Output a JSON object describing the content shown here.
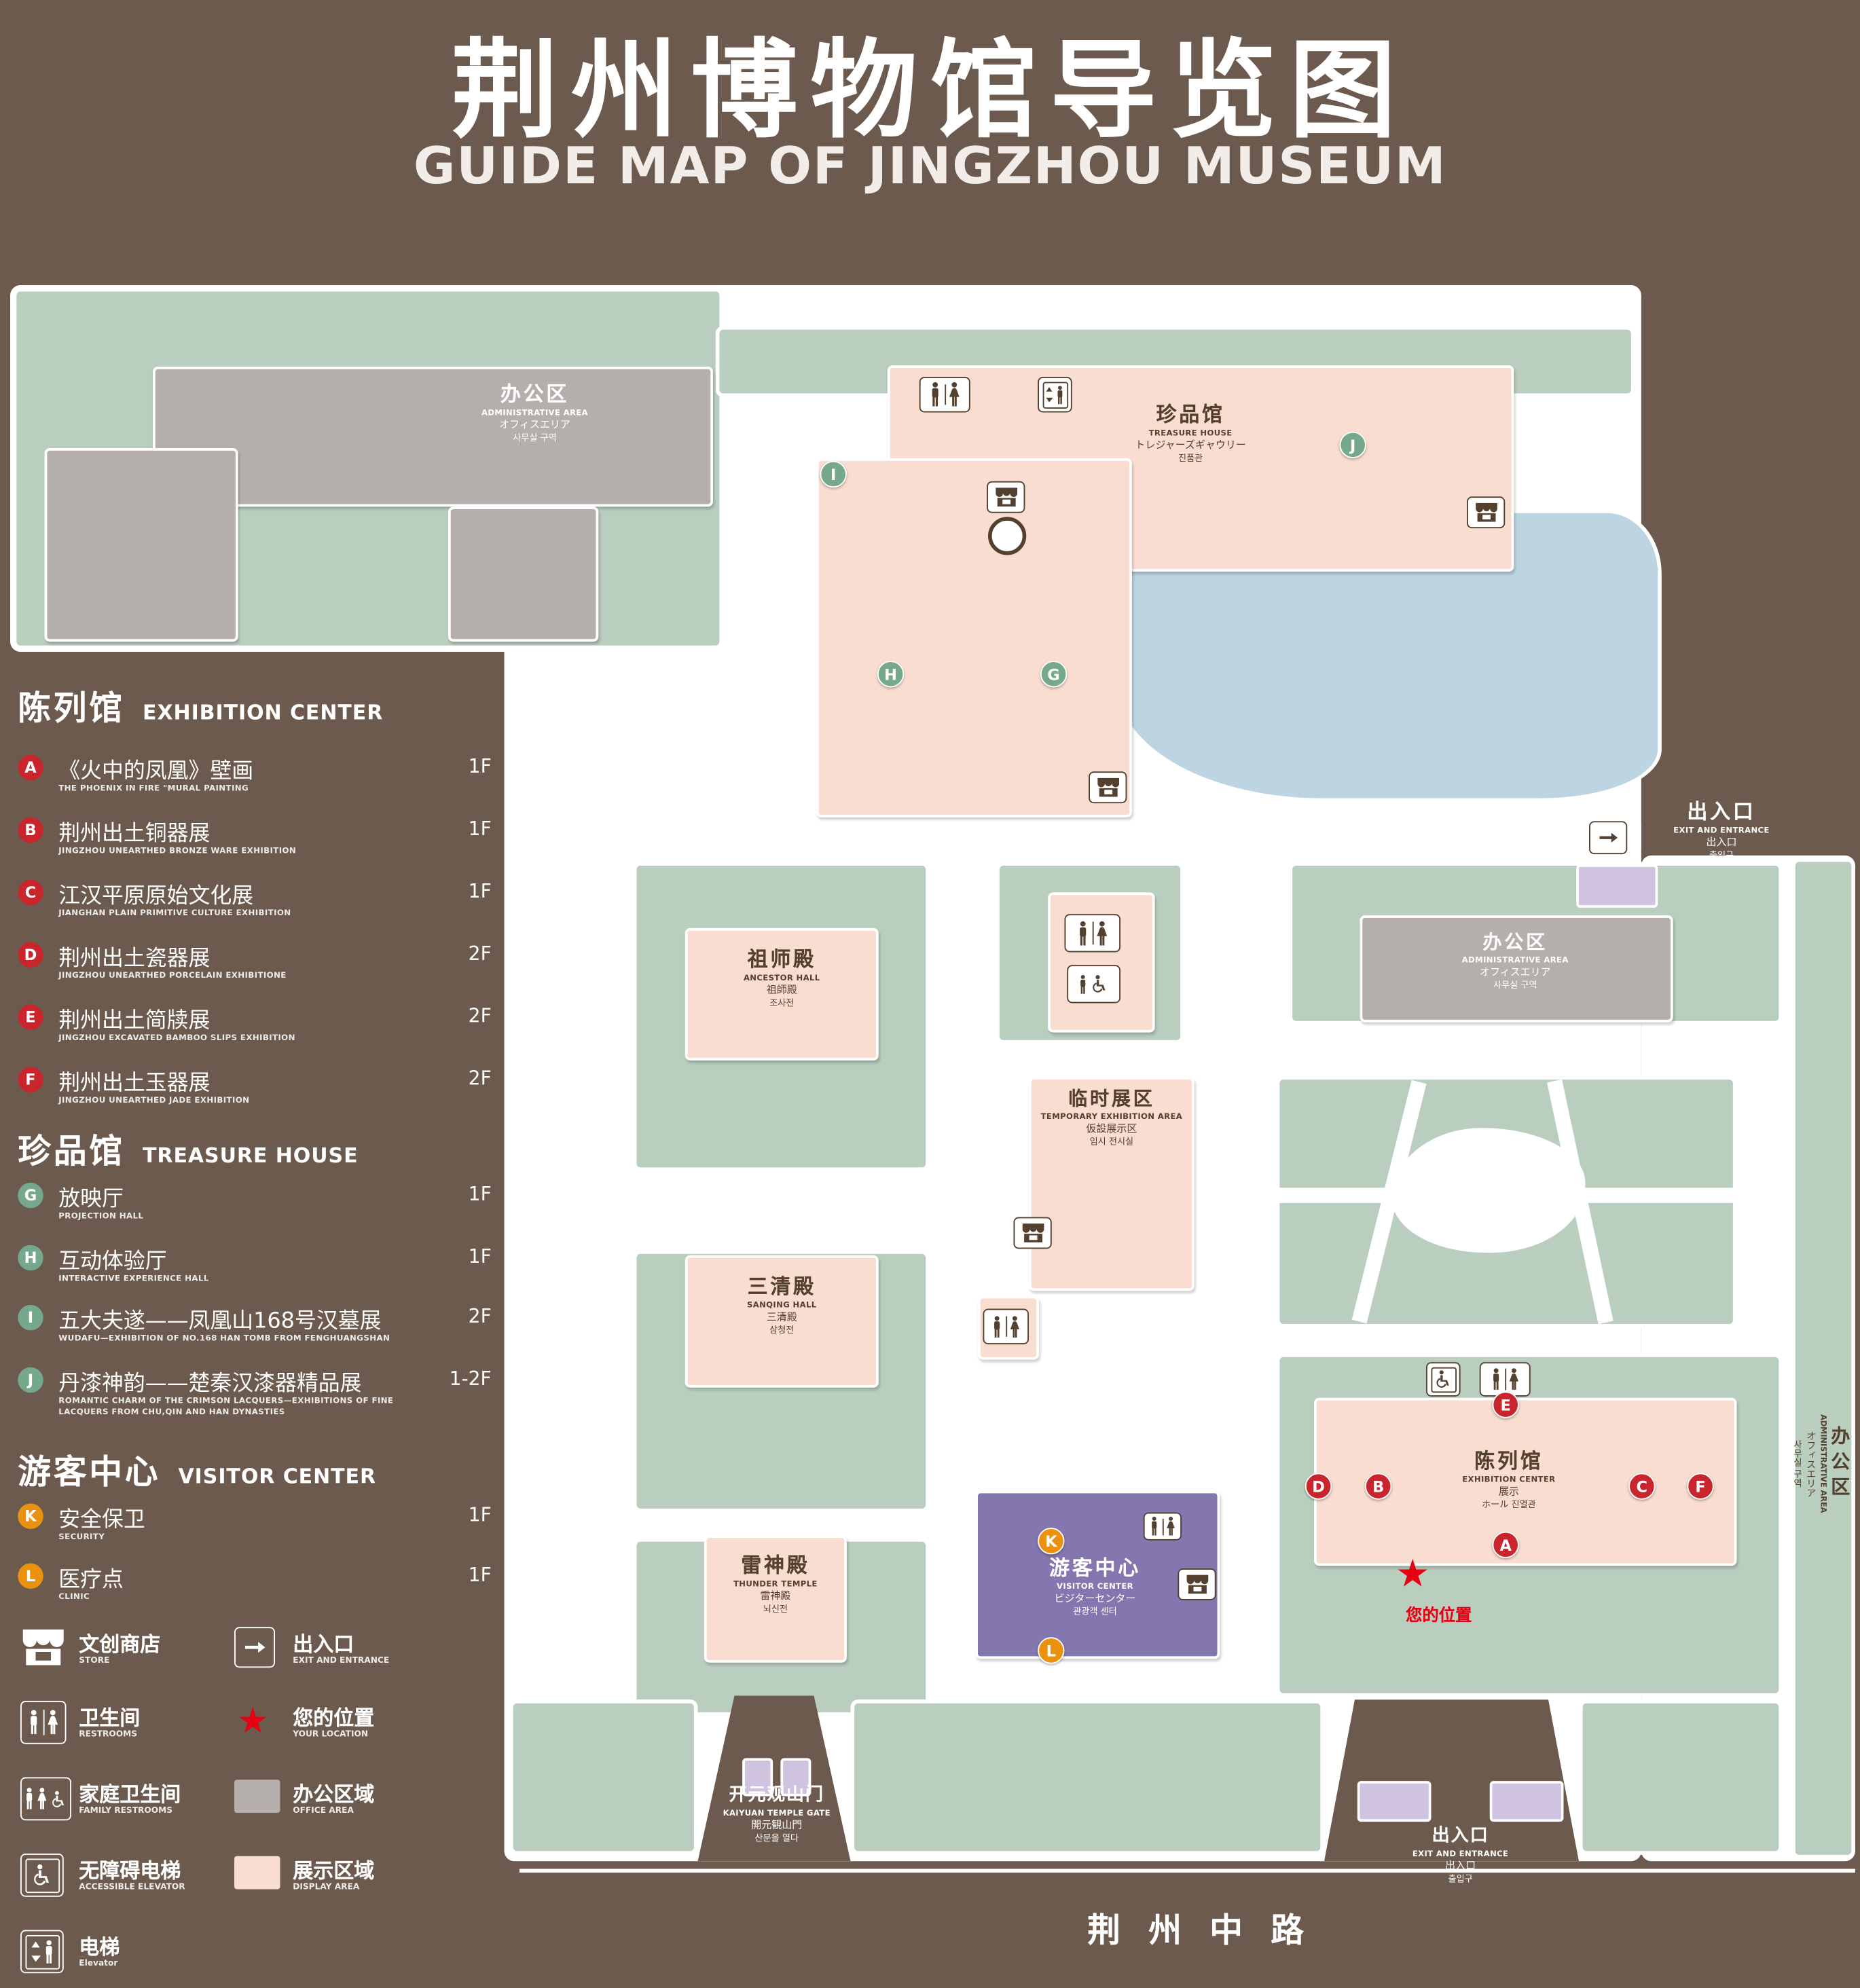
{
  "header": {
    "title": "荆州博物馆导览图",
    "subtitle": "GUIDE MAP OF JINGZHOU MUSEUM"
  },
  "colors": {
    "background": "#6b5a4d",
    "display_area": "#f9ddd0",
    "office_area": "#b4afac",
    "green_area": "#b9cebf",
    "water": "#bdd5e2",
    "visitor_center_purple": "#8476ae",
    "entrance_pad": "#cfc3e0",
    "marker_red": "#c9252d",
    "marker_green": "#76a88d",
    "marker_orange": "#ea920f",
    "icon_brown": "#53402f",
    "location_red": "#e60012"
  },
  "legend": {
    "sections": [
      {
        "zh": "陈列馆",
        "en": "EXHIBITION CENTER",
        "items": [
          {
            "badge": "A",
            "zh": "《火中的凤凰》壁画",
            "en": "THE PHOENIX IN FIRE \"MURAL PAINTING",
            "floor": "1F"
          },
          {
            "badge": "B",
            "zh": "荆州出土铜器展",
            "en": "JINGZHOU UNEARTHED BRONZE WARE EXHIBITION",
            "floor": "1F"
          },
          {
            "badge": "C",
            "zh": "江汉平原原始文化展",
            "en": "JIANGHAN PLAIN PRIMITIVE CULTURE EXHIBITION",
            "floor": "1F"
          },
          {
            "badge": "D",
            "zh": "荆州出土瓷器展",
            "en": "JINGZHOU UNEARTHED PORCELAIN EXHIBITIONE",
            "floor": "2F"
          },
          {
            "badge": "E",
            "zh": "荆州出土简牍展",
            "en": "JINGZHOU EXCAVATED BAMBOO SLIPS EXHIBITION",
            "floor": "2F"
          },
          {
            "badge": "F",
            "zh": "荆州出土玉器展",
            "en": "JINGZHOU UNEARTHED JADE EXHIBITION",
            "floor": "2F"
          }
        ]
      },
      {
        "zh": "珍品馆",
        "en": "TREASURE HOUSE",
        "items": [
          {
            "badge": "G",
            "zh": "放映厅",
            "en": "PROJECTION HALL",
            "floor": "1F"
          },
          {
            "badge": "H",
            "zh": "互动体验厅",
            "en": "INTERACTIVE EXPERIENCE HALL",
            "floor": "1F"
          },
          {
            "badge": "I",
            "zh": "五大夫遂——凤凰山168号汉墓展",
            "en": "WUDAFU—EXHIBITION OF NO.168 HAN TOMB FROM FENGHUANGSHAN",
            "floor": "2F"
          },
          {
            "badge": "J",
            "zh": "丹漆神韵——楚秦汉漆器精品展",
            "en": "ROMANTIC CHARM OF THE CRIMSON LACQUERS—EXHIBITIONS OF FINE LACQUERS FROM CHU,QIN AND HAN DYNASTIES",
            "floor": "1-2F"
          }
        ]
      },
      {
        "zh": "游客中心",
        "en": "VISITOR CENTER",
        "items": [
          {
            "badge": "K",
            "zh": "安全保卫",
            "en": "SECURITY",
            "floor": "1F"
          },
          {
            "badge": "L",
            "zh": "医疗点",
            "en": "CLINIC",
            "floor": "1F"
          }
        ]
      }
    ],
    "symbols": [
      {
        "zh": "文创商店",
        "en": "STORE"
      },
      {
        "zh": "出入口",
        "en": "EXIT AND ENTRANCE"
      },
      {
        "zh": "卫生间",
        "en": "RESTROOMS"
      },
      {
        "zh": "您的位置",
        "en": "YOUR LOCATION"
      },
      {
        "zh": "家庭卫生间",
        "en": "FAMILY RESTROOMS"
      },
      {
        "zh": "办公区域",
        "en": "OFFICE AREA"
      },
      {
        "zh": "无障碍电梯",
        "en": "ACCESSIBLE ELEVATOR"
      },
      {
        "zh": "展示区域",
        "en": "DISPLAY AREA"
      },
      {
        "zh": "电梯",
        "en": "Elevator"
      }
    ]
  },
  "map": {
    "labels": {
      "admin_top": {
        "l1": "办公区",
        "l2": "ADMINISTRATIVE AREA",
        "l3": "オフィスエリア",
        "l4": "사무실 구역"
      },
      "treasure": {
        "l1": "珍品馆",
        "l2": "TREASURE HOUSE",
        "l3": "トレジャーズギャウリー",
        "l4": "진품관"
      },
      "exit_right": {
        "l1": "出入口",
        "l2": "EXIT AND ENTRANCE",
        "l3": "出入口",
        "l4": "출입구"
      },
      "admin_mid": {
        "l1": "办公区",
        "l2": "ADMINISTRATIVE AREA",
        "l3": "オフィスエリア",
        "l4": "사무실 구역"
      },
      "admin_side": {
        "l1": "办公区",
        "l2": "ADMINISTRATIVE AREA",
        "l3": "オフィスエリア",
        "l4": "사무실 구역"
      },
      "ancestor": {
        "l1": "祖师殿",
        "l2": "ANCESTOR HALL",
        "l3": "祖師殿",
        "l4": "조사전"
      },
      "temporary": {
        "l1": "临时展区",
        "l2": "TEMPORARY EXHIBITION AREA",
        "l3": "仮設展示区",
        "l4": "임시 전시실"
      },
      "sanqing": {
        "l1": "三清殿",
        "l2": "SANQING HALL",
        "l3": "三清殿",
        "l4": "삼청전"
      },
      "thunder": {
        "l1": "雷神殿",
        "l2": "THUNDER TEMPLE",
        "l3": "雷神殿",
        "l4": "뇌신전"
      },
      "visitor": {
        "l1": "游客中心",
        "l2": "VISITOR CENTER",
        "l3": "ビジターセンター",
        "l4": "관광객 센터"
      },
      "exhibition": {
        "l1": "陈列馆",
        "l2": "EXHIBITION CENTER",
        "l3": "展示",
        "l4": "ホール 진열관"
      },
      "gate": {
        "l1": "开元观山门",
        "l2": "KAIYUAN TEMPLE GATE",
        "l3": "開元観山門",
        "l4": "산문을 열다"
      },
      "exit_bottom": {
        "l1": "出入口",
        "l2": "EXIT AND ENTRANCE",
        "l3": "出入口",
        "l4": "출입구"
      },
      "your_location": "您的位置",
      "road": "荆州中路"
    },
    "markers": {
      "A": "A",
      "B": "B",
      "C": "C",
      "D": "D",
      "E": "E",
      "F": "F",
      "G": "G",
      "H": "H",
      "I": "I",
      "J": "J",
      "K": "K",
      "L": "L"
    }
  }
}
